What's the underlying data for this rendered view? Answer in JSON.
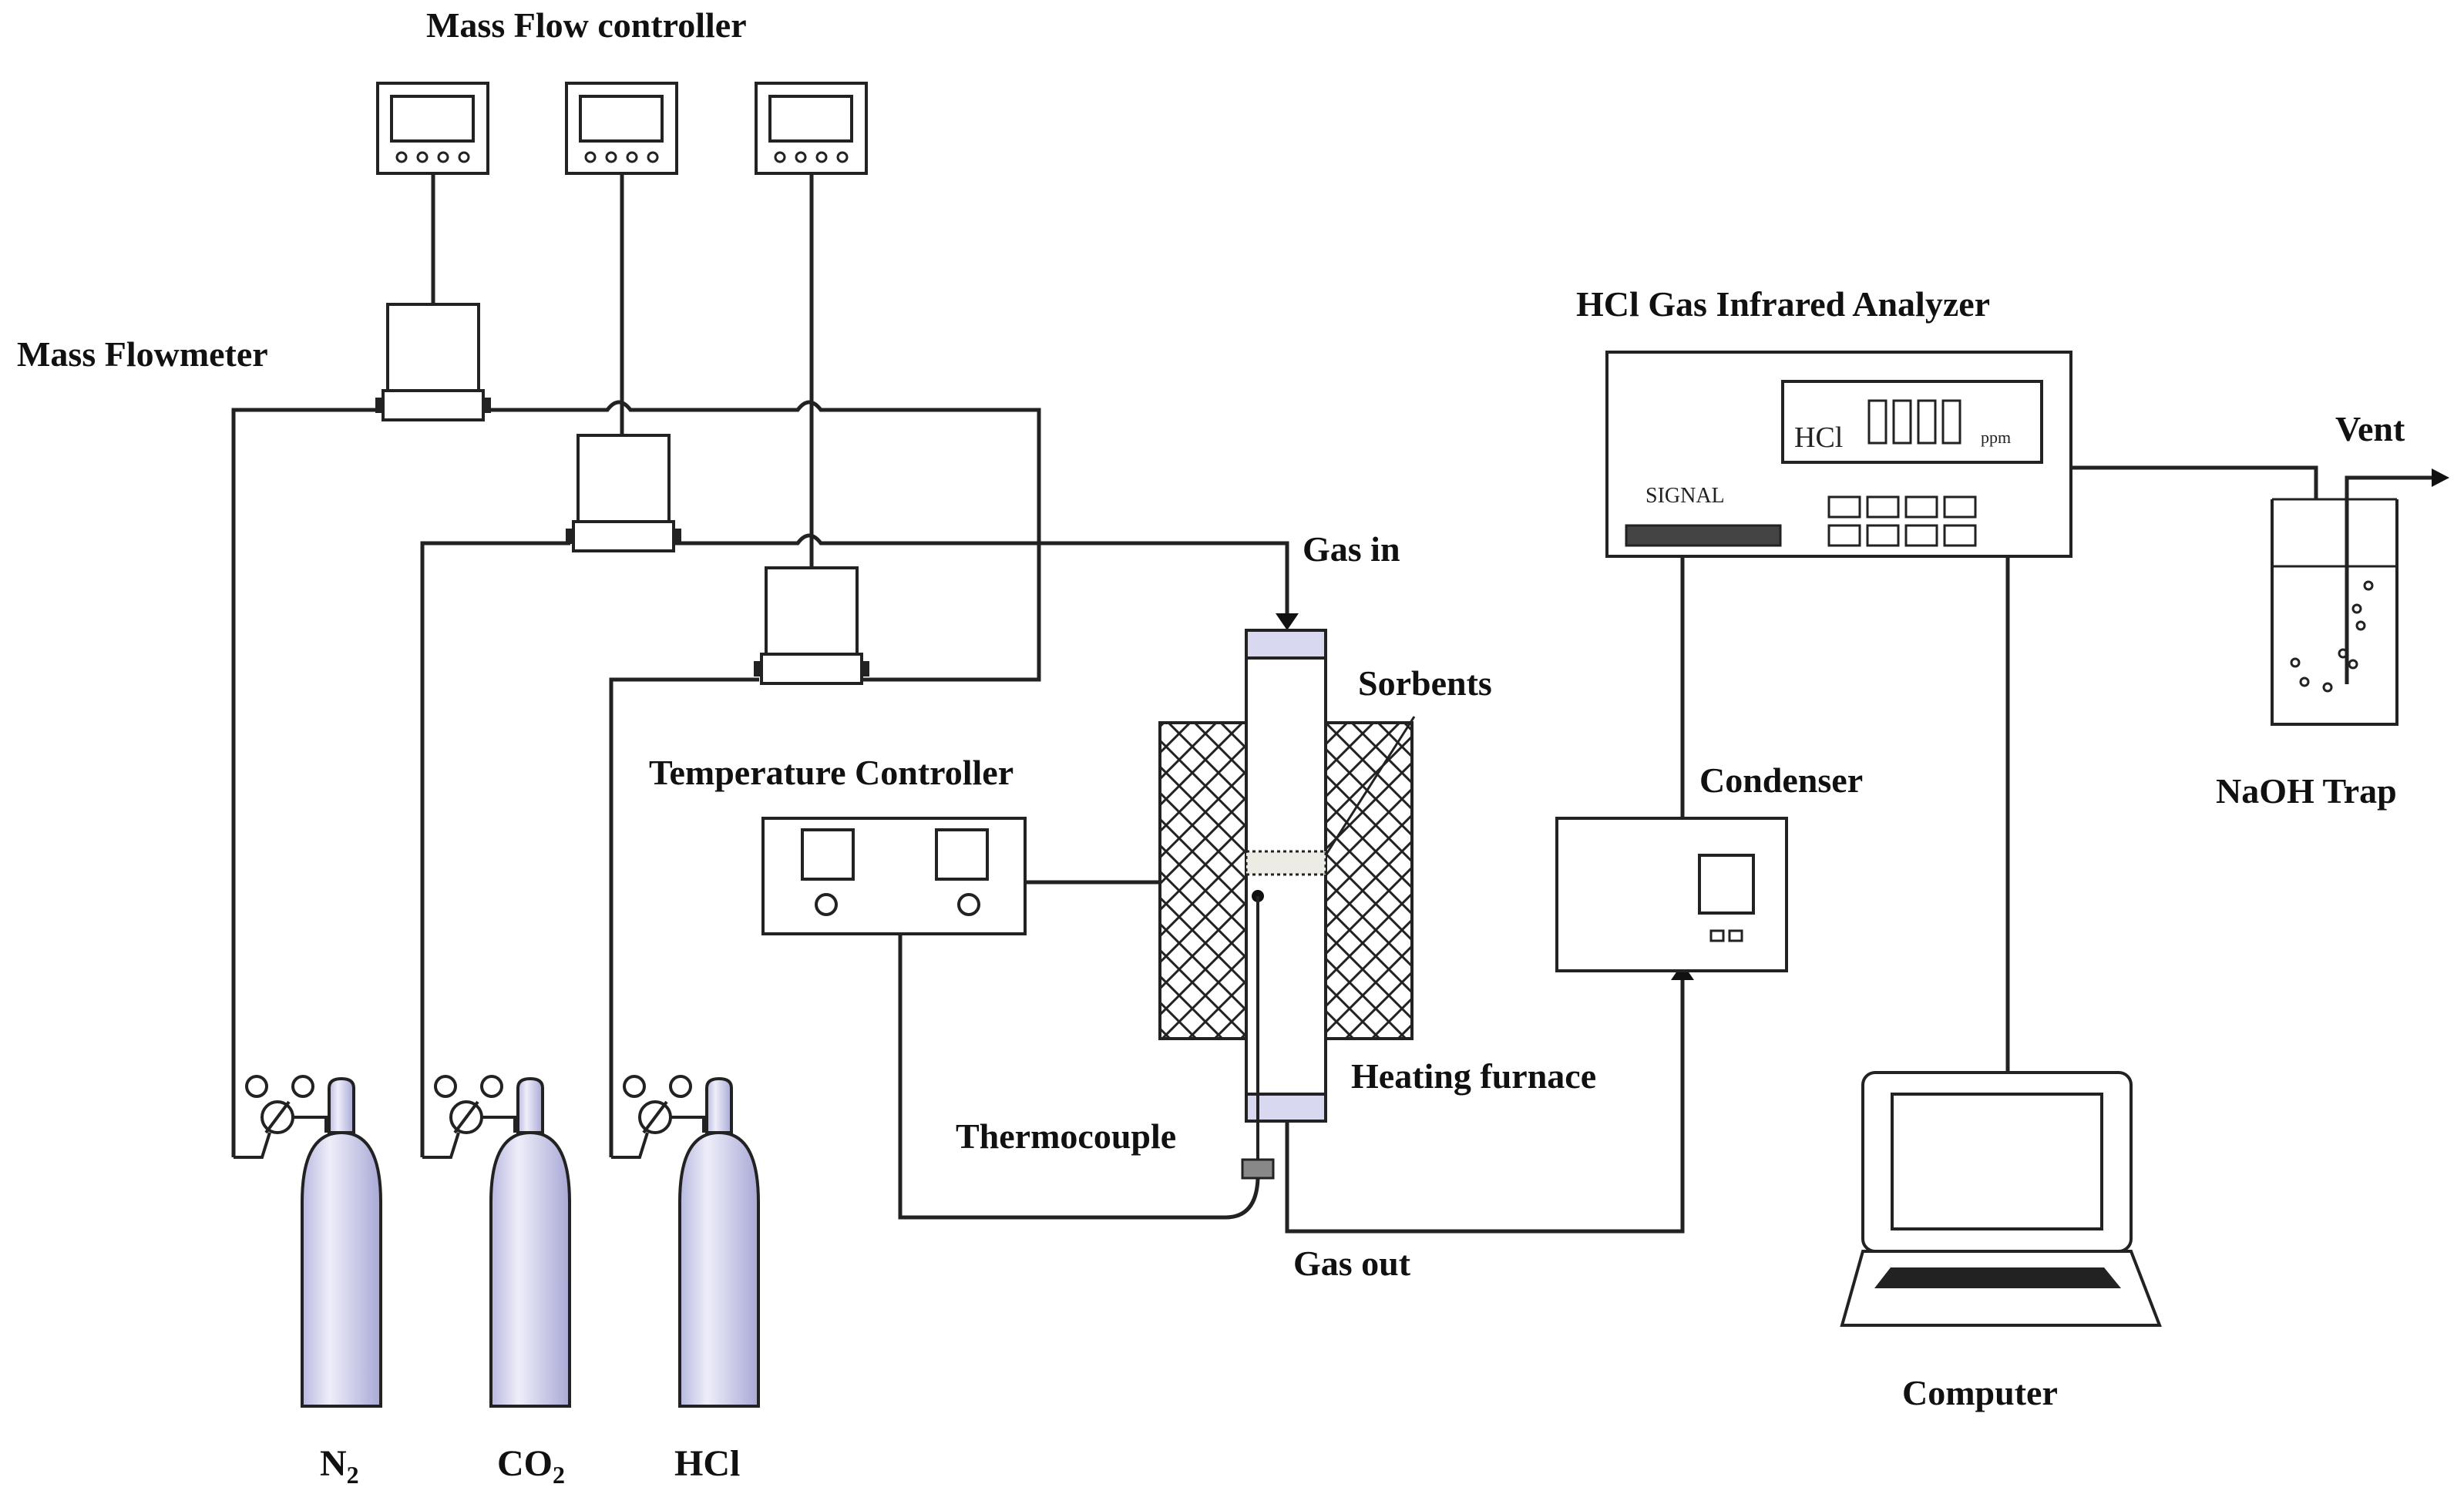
{
  "labels": {
    "mfc": "Mass Flow controller",
    "flowmeter": "Mass Flowmeter",
    "analyzer": "HCl Gas Infrared Analyzer",
    "vent": "Vent",
    "gas_in": "Gas in",
    "sorbents": "Sorbents",
    "temp_controller": "Temperature Controller",
    "condenser": "Condenser",
    "naoh_trap": "NaOH Trap",
    "heating_furnace": "Heating furnace",
    "thermocouple": "Thermocouple",
    "gas_out": "Gas out",
    "computer": "Computer",
    "signal": "SIGNAL",
    "display_gas": "HCl",
    "display_unit": "ppm"
  },
  "cylinders": [
    {
      "formula": "N",
      "sub": "2"
    },
    {
      "formula": "CO",
      "sub": "2"
    },
    {
      "formula": "HCl",
      "sub": ""
    }
  ]
}
